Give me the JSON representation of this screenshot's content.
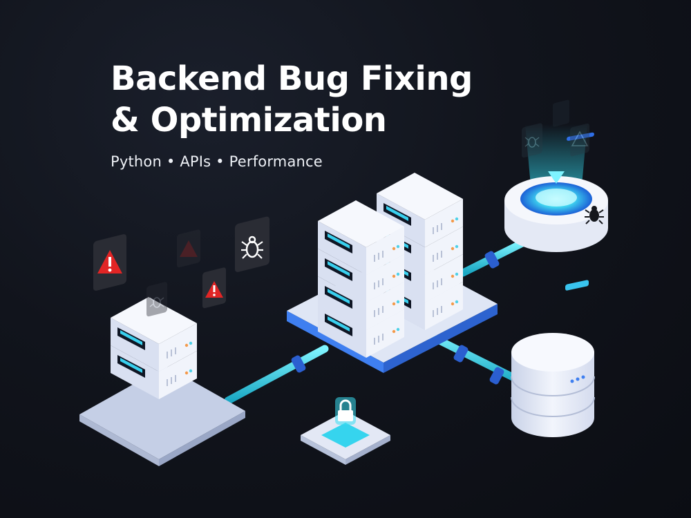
{
  "hero": {
    "title_line1": "Backend Bug Fixing",
    "title_line2": "& Optimization",
    "subtitle": "Python • APIs • Performance"
  },
  "icons": [
    "warning-icon",
    "bug-icon",
    "server-icon",
    "database-icon",
    "scanner-icon",
    "lock-icon"
  ],
  "colors": {
    "background": "#11141c",
    "accent_cyan": "#39d6e6",
    "accent_blue": "#3b7cf0",
    "warning_red": "#e02a2a",
    "server_body": "#e6ebf7"
  }
}
